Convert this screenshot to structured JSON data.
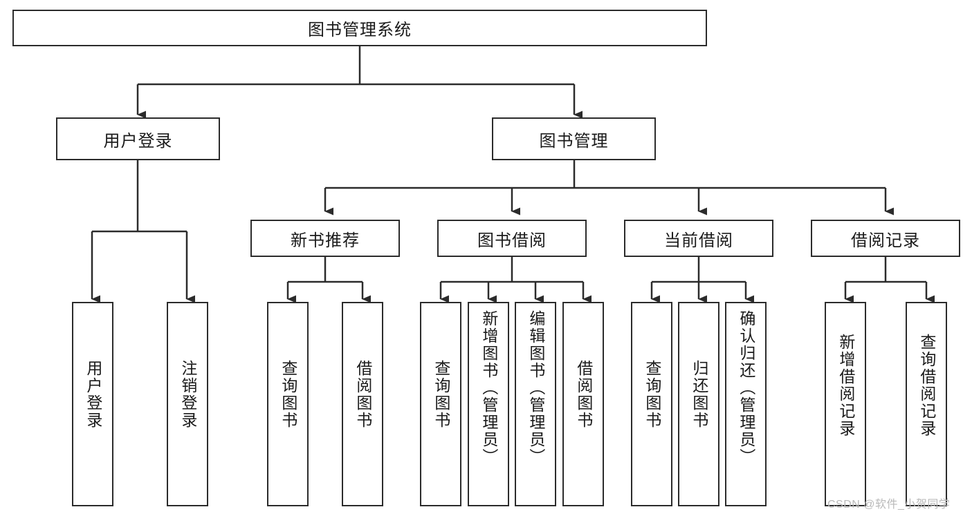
{
  "diagram": {
    "title": "图书管理系统",
    "type": "hierarchy-tree",
    "root": {
      "id": "root",
      "label": "图书管理系统",
      "level": 0
    },
    "level2": [
      {
        "id": "user-login",
        "label": "用户登录"
      },
      {
        "id": "book-management",
        "label": "图书管理"
      }
    ],
    "level3": [
      {
        "id": "new-book-recommend",
        "label": "新书推荐",
        "parent": "book-management"
      },
      {
        "id": "book-borrow",
        "label": "图书借阅",
        "parent": "book-management"
      },
      {
        "id": "current-borrow",
        "label": "当前借阅",
        "parent": "book-management"
      },
      {
        "id": "borrow-record",
        "label": "借阅记录",
        "parent": "book-management"
      }
    ],
    "leaves": {
      "user_login": [
        {
          "id": "leaf-user-login",
          "label": "用户登录"
        },
        {
          "id": "leaf-logout",
          "label": "注销登录"
        }
      ],
      "new_book_recommend": [
        {
          "id": "leaf-query-book-1",
          "label": "查询图书"
        },
        {
          "id": "leaf-borrow-book-1",
          "label": "借阅图书"
        }
      ],
      "book_borrow": [
        {
          "id": "leaf-query-book-2",
          "label": "查询图书"
        },
        {
          "id": "leaf-add-book",
          "label": "新增图书（管理员）"
        },
        {
          "id": "leaf-edit-book",
          "label": "编辑图书（管理员）"
        },
        {
          "id": "leaf-borrow-book-2",
          "label": "借阅图书"
        }
      ],
      "current_borrow": [
        {
          "id": "leaf-query-book-3",
          "label": "查询图书"
        },
        {
          "id": "leaf-return-book",
          "label": "归还图书"
        },
        {
          "id": "leaf-confirm-return",
          "label": "确认归还（管理员）"
        }
      ],
      "borrow_record": [
        {
          "id": "leaf-add-record",
          "label": "新增借阅记录"
        },
        {
          "id": "leaf-query-record",
          "label": "查询借阅记录"
        }
      ]
    },
    "watermark": "CSDN @软件_小贺同学",
    "colors": {
      "border": "#2b2b2b",
      "background": "#ffffff",
      "text": "#1a1a1a",
      "edge": "#2b2b2b",
      "watermark": "#b9b9b9"
    }
  }
}
